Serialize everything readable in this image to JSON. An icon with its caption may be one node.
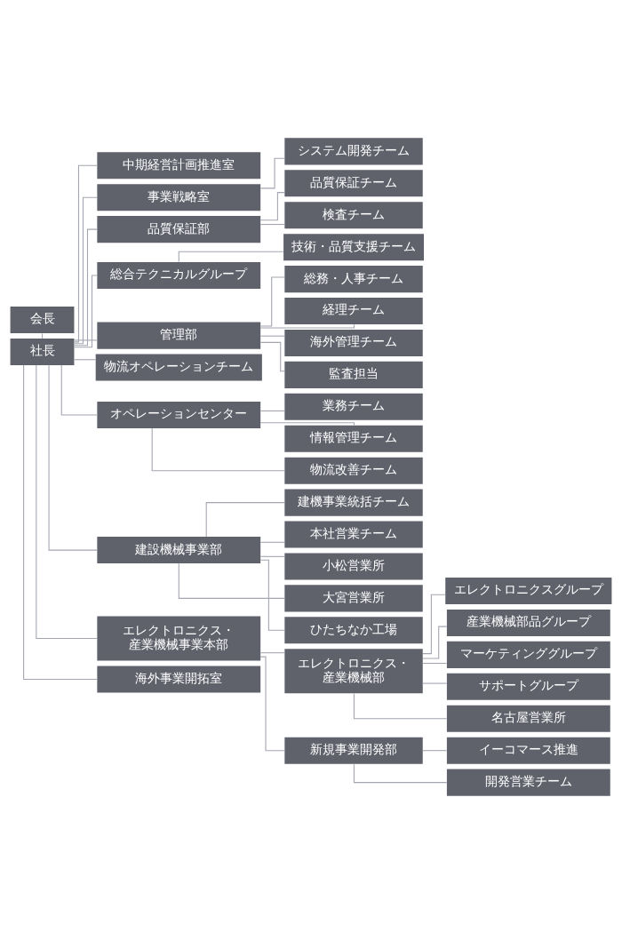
{
  "diagram": {
    "nodes": [
      {
        "text": [
          "会長"
        ]
      },
      {
        "text": [
          "社長"
        ]
      },
      {
        "text": [
          "中期経営計画推進室"
        ]
      },
      {
        "text": [
          "事業戦略室"
        ]
      },
      {
        "text": [
          "システム開発チーム"
        ]
      },
      {
        "text": [
          "品質保証部"
        ]
      },
      {
        "text": [
          "品質保証チーム"
        ]
      },
      {
        "text": [
          "検査チーム"
        ]
      },
      {
        "text": [
          "総合テクニカルグループ"
        ]
      },
      {
        "text": [
          "技術・品質支援チーム"
        ]
      },
      {
        "text": [
          "管理部"
        ]
      },
      {
        "text": [
          "総務・人事チーム"
        ]
      },
      {
        "text": [
          "経理チーム"
        ]
      },
      {
        "text": [
          "海外管理チーム"
        ]
      },
      {
        "text": [
          "監査担当"
        ]
      },
      {
        "text": [
          "物流オペレーションチーム"
        ]
      },
      {
        "text": [
          "オペレーションセンター"
        ]
      },
      {
        "text": [
          "業務チーム"
        ]
      },
      {
        "text": [
          "情報管理チーム"
        ]
      },
      {
        "text": [
          "物流改善チーム"
        ]
      },
      {
        "text": [
          "建設機械事業部"
        ]
      },
      {
        "text": [
          "建機事業統括チーム"
        ]
      },
      {
        "text": [
          "本社営業チーム"
        ]
      },
      {
        "text": [
          "小松営業所"
        ]
      },
      {
        "text": [
          "大宮営業所"
        ]
      },
      {
        "text": [
          "ひたちなか工場"
        ]
      },
      {
        "text": [
          "エレクトロニクス・産業機械事業本部"
        ]
      },
      {
        "text": [
          "エレクトロニクス・産業機械部"
        ]
      },
      {
        "text": [
          "エレクトロニクスグループ"
        ]
      },
      {
        "text": [
          "産業機械部品グループ"
        ]
      },
      {
        "text": [
          "マーケティンググループ"
        ]
      },
      {
        "text": [
          "サポートグループ"
        ]
      },
      {
        "text": [
          "名古屋営業所"
        ]
      },
      {
        "text": [
          "新規事業開発部"
        ]
      },
      {
        "text": [
          "イーコマース推進"
        ]
      },
      {
        "text": [
          "開発営業チーム"
        ]
      },
      {
        "text": [
          "海外事業開拓室"
        ]
      }
    ],
    "edges": [
      {
        "from": 0,
        "to": 1,
        "arrow": "none"
      },
      {
        "from": 1,
        "to": 2,
        "arrow": "none"
      },
      {
        "from": 1,
        "to": 3,
        "arrow": "none"
      },
      {
        "from": 3,
        "to": 4,
        "arrow": "none"
      },
      {
        "from": 1,
        "to": 5,
        "arrow": "none"
      },
      {
        "from": 5,
        "to": 6,
        "arrow": "none"
      },
      {
        "from": 5,
        "to": 7,
        "arrow": "none"
      },
      {
        "from": 1,
        "to": 8,
        "arrow": "none"
      },
      {
        "from": 8,
        "to": 9,
        "arrow": "none"
      },
      {
        "from": 1,
        "to": 10,
        "arrow": "none"
      },
      {
        "from": 10,
        "to": 11,
        "arrow": "none"
      },
      {
        "from": 10,
        "to": 12,
        "arrow": "none"
      },
      {
        "from": 10,
        "to": 13,
        "arrow": "none"
      },
      {
        "from": 10,
        "to": 14,
        "arrow": "none"
      },
      {
        "from": 1,
        "to": 15,
        "arrow": "none"
      },
      {
        "from": 1,
        "to": 16,
        "arrow": "none"
      },
      {
        "from": 16,
        "to": 17,
        "arrow": "none"
      },
      {
        "from": 16,
        "to": 18,
        "arrow": "none"
      },
      {
        "from": 16,
        "to": 19,
        "arrow": "none"
      },
      {
        "from": 1,
        "to": 20,
        "arrow": "none"
      },
      {
        "from": 20,
        "to": 21,
        "arrow": "none"
      },
      {
        "from": 20,
        "to": 22,
        "arrow": "none"
      },
      {
        "from": 20,
        "to": 23,
        "arrow": "none"
      },
      {
        "from": 20,
        "to": 24,
        "arrow": "none"
      },
      {
        "from": 20,
        "to": 25,
        "arrow": "none"
      },
      {
        "from": 1,
        "to": 26,
        "arrow": "none"
      },
      {
        "from": 26,
        "to": 27,
        "arrow": "none"
      },
      {
        "from": 27,
        "to": 28,
        "arrow": "none"
      },
      {
        "from": 27,
        "to": 29,
        "arrow": "none"
      },
      {
        "from": 27,
        "to": 30,
        "arrow": "none"
      },
      {
        "from": 27,
        "to": 31,
        "arrow": "none"
      },
      {
        "from": 27,
        "to": 32,
        "arrow": "none"
      },
      {
        "from": 26,
        "to": 33,
        "arrow": "none"
      },
      {
        "from": 33,
        "to": 34,
        "arrow": "none"
      },
      {
        "from": 33,
        "to": 35,
        "arrow": "none"
      },
      {
        "from": 1,
        "to": 36,
        "arrow": "none"
      }
    ]
  }
}
